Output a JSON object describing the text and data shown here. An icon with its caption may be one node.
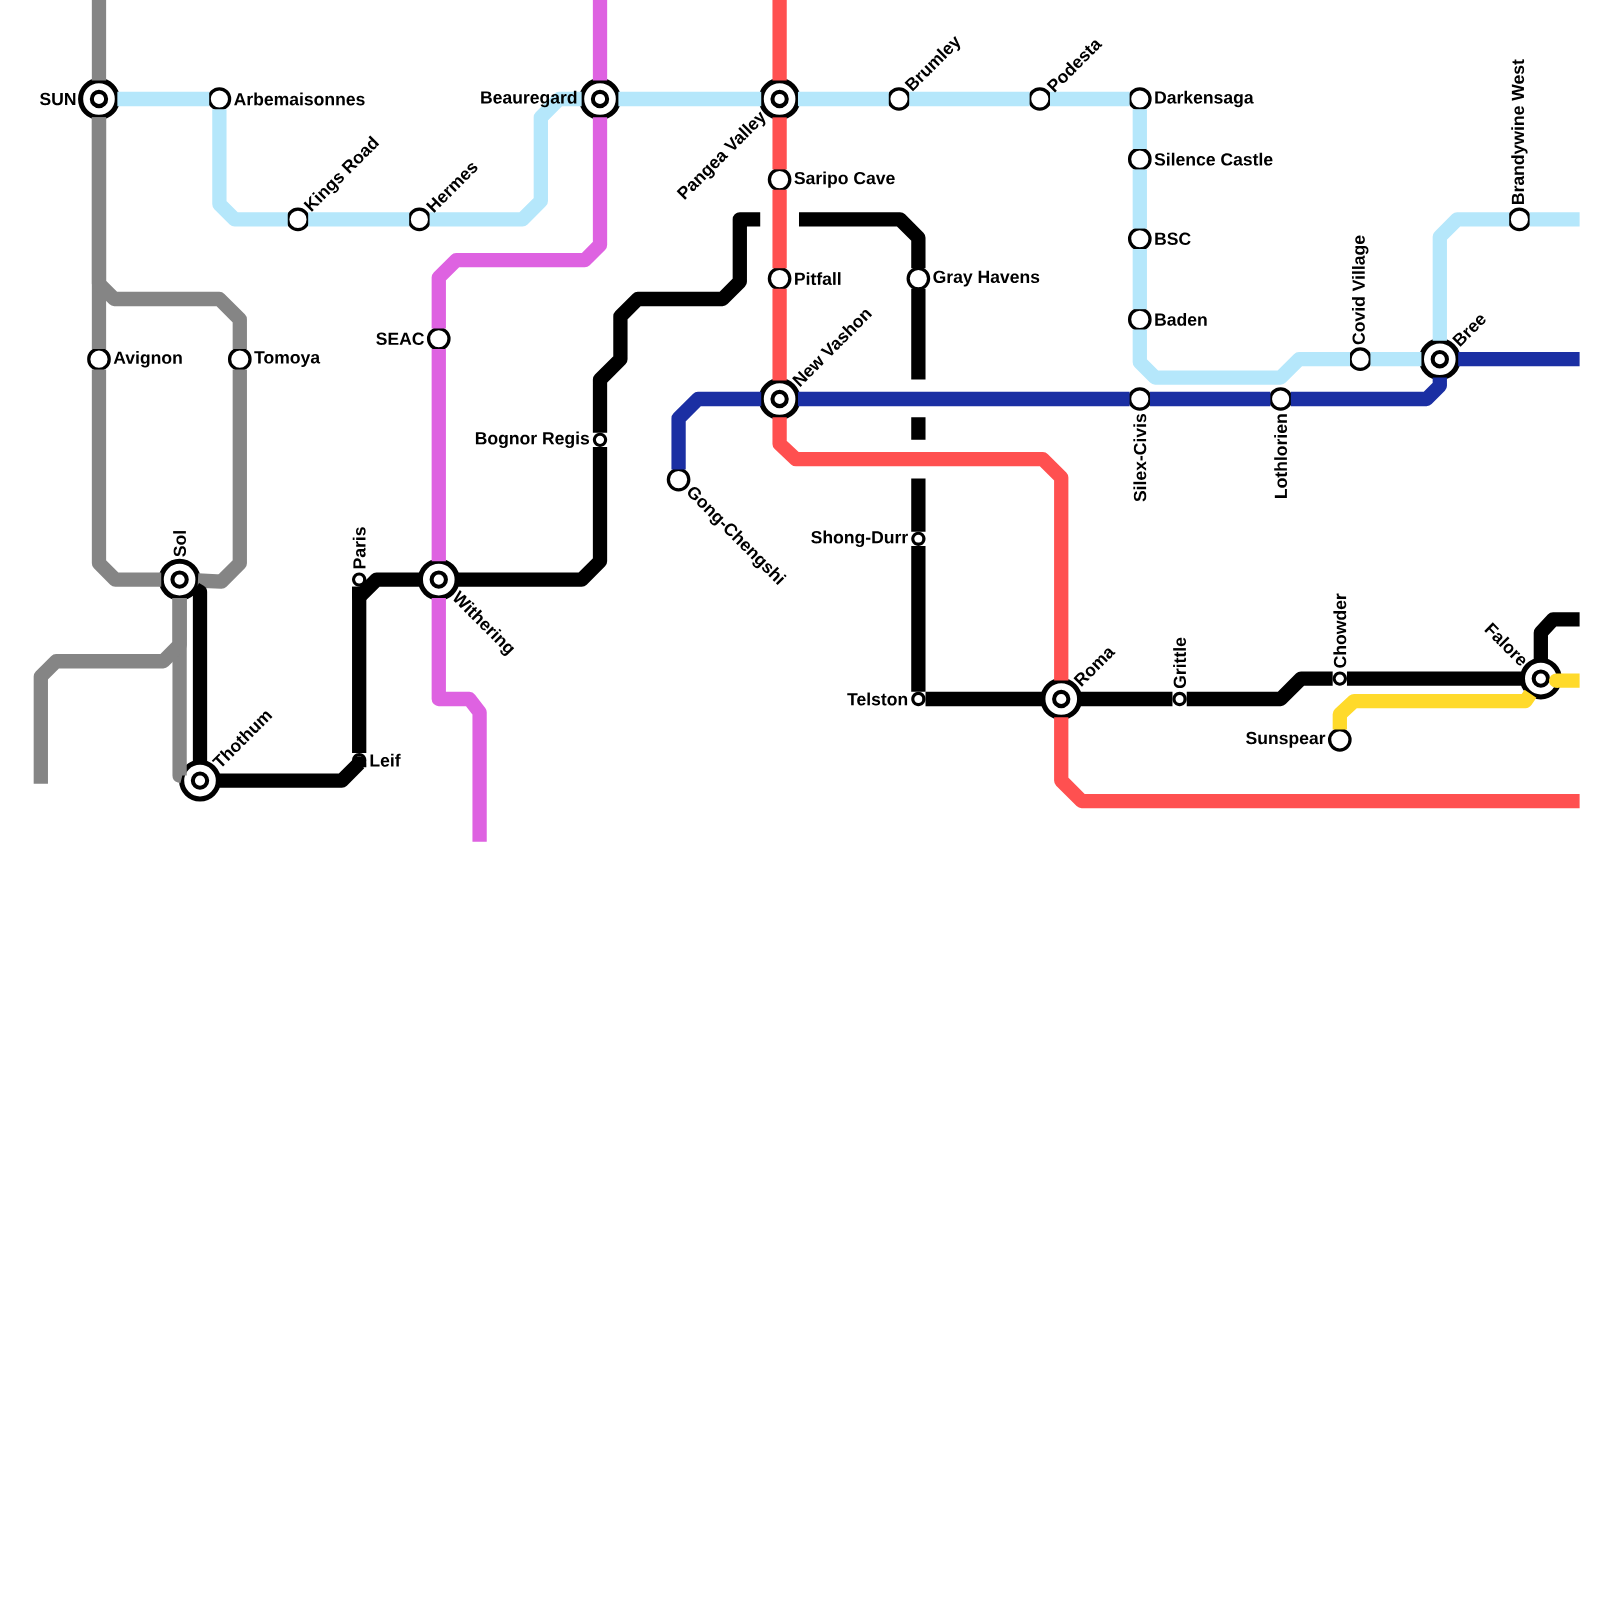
{
  "diagram": {
    "nodes": [
      {
        "text": [],
        "shape": "bullseye",
        "beside": [
          "SUN"
        ]
      },
      {
        "text": [],
        "shape": "circle",
        "beside": [
          "Arbemaisonnes"
        ]
      },
      {
        "text": [],
        "shape": "bullseye",
        "beside": [
          "Beauregard"
        ]
      },
      {
        "text": [],
        "shape": "bullseye",
        "beside": [
          "Pangea Valley"
        ]
      },
      {
        "text": [],
        "shape": "circle",
        "beside": [
          "Brumley"
        ]
      },
      {
        "text": [],
        "shape": "circle",
        "beside": [
          "Podesta"
        ]
      },
      {
        "text": [],
        "shape": "circle",
        "beside": [
          "Darkensaga"
        ]
      },
      {
        "text": [],
        "shape": "circle",
        "beside": [
          "Silence Castle"
        ]
      },
      {
        "text": [],
        "shape": "circle",
        "beside": [
          "Saripo Cave"
        ]
      },
      {
        "text": [],
        "shape": "circle",
        "beside": [
          "Kings Road"
        ]
      },
      {
        "text": [],
        "shape": "circle",
        "beside": [
          "Hermes"
        ]
      },
      {
        "text": [],
        "shape": "circle",
        "beside": [
          "Brandywine West"
        ]
      },
      {
        "text": [],
        "shape": "circle",
        "beside": [
          "BSC"
        ]
      },
      {
        "text": [],
        "shape": "circle",
        "beside": [
          "Pitfall"
        ]
      },
      {
        "text": [],
        "shape": "circle",
        "beside": [
          "Gray Havens"
        ]
      },
      {
        "text": [],
        "shape": "circle",
        "beside": [
          "Baden"
        ]
      },
      {
        "text": [],
        "shape": "circle",
        "beside": [
          "Avignon"
        ]
      },
      {
        "text": [],
        "shape": "circle",
        "beside": [
          "Tomoya"
        ]
      },
      {
        "text": [],
        "shape": "circle",
        "beside": [
          "SEAC"
        ]
      },
      {
        "text": [],
        "shape": "circle",
        "beside": [
          "Covid Village"
        ]
      },
      {
        "text": [],
        "shape": "bullseye",
        "beside": [
          "Bree"
        ]
      },
      {
        "text": [],
        "shape": "bullseye",
        "beside": [
          "New Vashon"
        ]
      },
      {
        "text": [],
        "shape": "circle",
        "beside": [
          "Silex-Civis"
        ]
      },
      {
        "text": [],
        "shape": "circle",
        "beside": [
          "Lothlorien"
        ]
      },
      {
        "text": [],
        "shape": "dot",
        "beside": [
          "Bognor Regis"
        ]
      },
      {
        "text": [],
        "shape": "circle",
        "beside": [
          "Gong-Chengshi"
        ]
      },
      {
        "text": [],
        "shape": "dot",
        "beside": [
          "Shong-Durr"
        ]
      },
      {
        "text": [],
        "shape": "bullseye",
        "beside": [
          "Sol"
        ]
      },
      {
        "text": [],
        "shape": "dot",
        "beside": [
          "Paris"
        ]
      },
      {
        "text": [],
        "shape": "bullseye",
        "beside": [
          "Withering"
        ]
      },
      {
        "text": [],
        "shape": "bullseye",
        "beside": [
          "Falore"
        ]
      },
      {
        "text": [],
        "shape": "dot",
        "beside": [
          "Chowder"
        ]
      },
      {
        "text": [],
        "shape": "bullseye",
        "beside": [
          "Roma"
        ]
      },
      {
        "text": [],
        "shape": "dot",
        "beside": [
          "Telston"
        ]
      },
      {
        "text": [],
        "shape": "dot",
        "beside": [
          "Grittle"
        ]
      },
      {
        "text": [],
        "shape": "circle",
        "beside": [
          "Sunspear"
        ]
      },
      {
        "text": [],
        "shape": "dot",
        "beside": [
          "Leif"
        ]
      },
      {
        "text": [],
        "shape": "bullseye",
        "beside": [
          "Thothum"
        ]
      }
    ],
    "edges": [
      {
        "from": null,
        "to": 0,
        "arrow": "none",
        "color": "#858585"
      },
      {
        "from": 0,
        "to": 16,
        "arrow": "none",
        "color": "#858585"
      },
      {
        "from": 0,
        "to": 17,
        "arrow": "none",
        "color": "#858585"
      },
      {
        "from": 16,
        "to": 27,
        "arrow": "none",
        "color": "#858585"
      },
      {
        "from": 17,
        "to": 27,
        "arrow": "none",
        "color": "#858585"
      },
      {
        "from": 27,
        "to": 37,
        "arrow": "none",
        "color": "#858585"
      },
      {
        "from": 27,
        "to": null,
        "arrow": "none",
        "color": "#858585"
      },
      {
        "from": 0,
        "to": 1,
        "arrow": "none",
        "color": "#b5e7fb"
      },
      {
        "from": 1,
        "to": 9,
        "arrow": "none",
        "color": "#b5e7fb"
      },
      {
        "from": 9,
        "to": 10,
        "arrow": "none",
        "color": "#b5e7fb"
      },
      {
        "from": 10,
        "to": 2,
        "arrow": "none",
        "color": "#b5e7fb"
      },
      {
        "from": 2,
        "to": 3,
        "arrow": "none",
        "color": "#b5e7fb"
      },
      {
        "from": 3,
        "to": 4,
        "arrow": "none",
        "color": "#b5e7fb"
      },
      {
        "from": 4,
        "to": 5,
        "arrow": "none",
        "color": "#b5e7fb"
      },
      {
        "from": 5,
        "to": 6,
        "arrow": "none",
        "color": "#b5e7fb"
      },
      {
        "from": 6,
        "to": 7,
        "arrow": "none",
        "color": "#b5e7fb"
      },
      {
        "from": 7,
        "to": 12,
        "arrow": "none",
        "color": "#b5e7fb"
      },
      {
        "from": 12,
        "to": 15,
        "arrow": "none",
        "color": "#b5e7fb"
      },
      {
        "from": 15,
        "to": 19,
        "arrow": "none",
        "color": "#b5e7fb"
      },
      {
        "from": 19,
        "to": 20,
        "arrow": "none",
        "color": "#b5e7fb"
      },
      {
        "from": 20,
        "to": 11,
        "arrow": "none",
        "color": "#b5e7fb"
      },
      {
        "from": 11,
        "to": null,
        "arrow": "none",
        "color": "#b5e7fb"
      },
      {
        "from": 25,
        "to": 21,
        "arrow": "none",
        "color": "#1b2fa3"
      },
      {
        "from": 21,
        "to": 22,
        "arrow": "none",
        "color": "#1b2fa3"
      },
      {
        "from": 22,
        "to": 23,
        "arrow": "none",
        "color": "#1b2fa3"
      },
      {
        "from": 23,
        "to": 20,
        "arrow": "none",
        "color": "#1b2fa3"
      },
      {
        "from": 20,
        "to": null,
        "arrow": "none",
        "color": "#1b2fa3"
      },
      {
        "from": null,
        "to": 3,
        "arrow": "none",
        "color": "#ff5050"
      },
      {
        "from": 3,
        "to": 8,
        "arrow": "none",
        "color": "#ff5050"
      },
      {
        "from": 8,
        "to": 13,
        "arrow": "none",
        "color": "#ff5050"
      },
      {
        "from": 13,
        "to": 21,
        "arrow": "none",
        "color": "#ff5050"
      },
      {
        "from": 21,
        "to": 32,
        "arrow": "none",
        "color": "#ff5050"
      },
      {
        "from": 32,
        "to": null,
        "arrow": "none",
        "color": "#ff5050"
      },
      {
        "from": null,
        "to": 2,
        "arrow": "none",
        "color": "#de62e1"
      },
      {
        "from": 2,
        "to": 18,
        "arrow": "none",
        "color": "#de62e1"
      },
      {
        "from": 18,
        "to": 29,
        "arrow": "none",
        "color": "#de62e1"
      },
      {
        "from": 29,
        "to": null,
        "arrow": "none",
        "color": "#de62e1"
      },
      {
        "from": 37,
        "to": 27,
        "arrow": "none",
        "color": "#000000"
      },
      {
        "from": 37,
        "to": 36,
        "arrow": "none",
        "color": "#000000"
      },
      {
        "from": 36,
        "to": 28,
        "arrow": "none",
        "color": "#000000"
      },
      {
        "from": 28,
        "to": 29,
        "arrow": "none",
        "color": "#000000"
      },
      {
        "from": 29,
        "to": 24,
        "arrow": "none",
        "color": "#000000"
      },
      {
        "from": 24,
        "to": null,
        "arrow": "none",
        "color": "#000000"
      },
      {
        "from": null,
        "to": 14,
        "arrow": "none",
        "color": "#000000"
      },
      {
        "from": 14,
        "to": 26,
        "arrow": "none",
        "color": "#000000",
        "style": "dashed"
      },
      {
        "from": 26,
        "to": 33,
        "arrow": "none",
        "color": "#000000"
      },
      {
        "from": 33,
        "to": 32,
        "arrow": "none",
        "color": "#000000"
      },
      {
        "from": 32,
        "to": 34,
        "arrow": "none",
        "color": "#000000"
      },
      {
        "from": 34,
        "to": 31,
        "arrow": "none",
        "color": "#000000"
      },
      {
        "from": 31,
        "to": 30,
        "arrow": "none",
        "color": "#000000"
      },
      {
        "from": 30,
        "to": null,
        "arrow": "none",
        "color": "#000000"
      },
      {
        "from": 35,
        "to": 30,
        "arrow": "none",
        "color": "#ffda2b"
      },
      {
        "from": 30,
        "to": null,
        "arrow": "none",
        "color": "#ffda2b"
      }
    ]
  }
}
